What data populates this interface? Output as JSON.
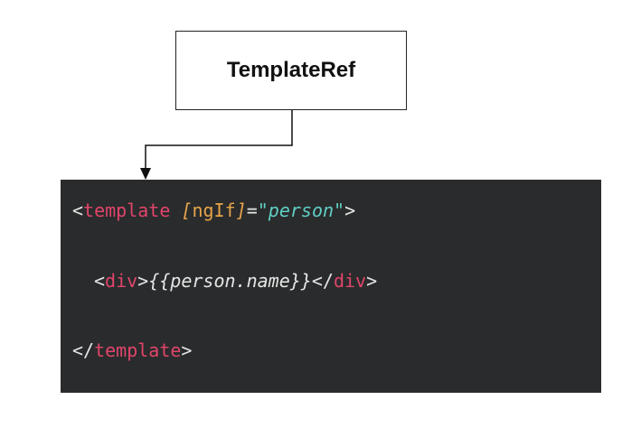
{
  "diagram": {
    "box_label": "TemplateRef"
  },
  "code": {
    "line1": {
      "open_lt": "<",
      "tag": "template",
      "space": " ",
      "bracket_open": "[",
      "attr": "ngIf",
      "bracket_close": "]",
      "equals": "=",
      "value": "\"person\"",
      "close_gt": ">"
    },
    "line2": {
      "open_lt": "<",
      "tag_open": "div",
      "gt1": ">",
      "interpolation": "{{person.name}}",
      "close_lt": "</",
      "tag_close": "div",
      "gt2": ">"
    },
    "line3": {
      "close_lt": "</",
      "tag": "template",
      "gt": ">"
    }
  },
  "colors": {
    "panel_background": "#2a2b2c",
    "tag": "#e0456b",
    "attribute": "#e6a44a",
    "string": "#5fd0c5",
    "text": "#e6e6e6"
  }
}
